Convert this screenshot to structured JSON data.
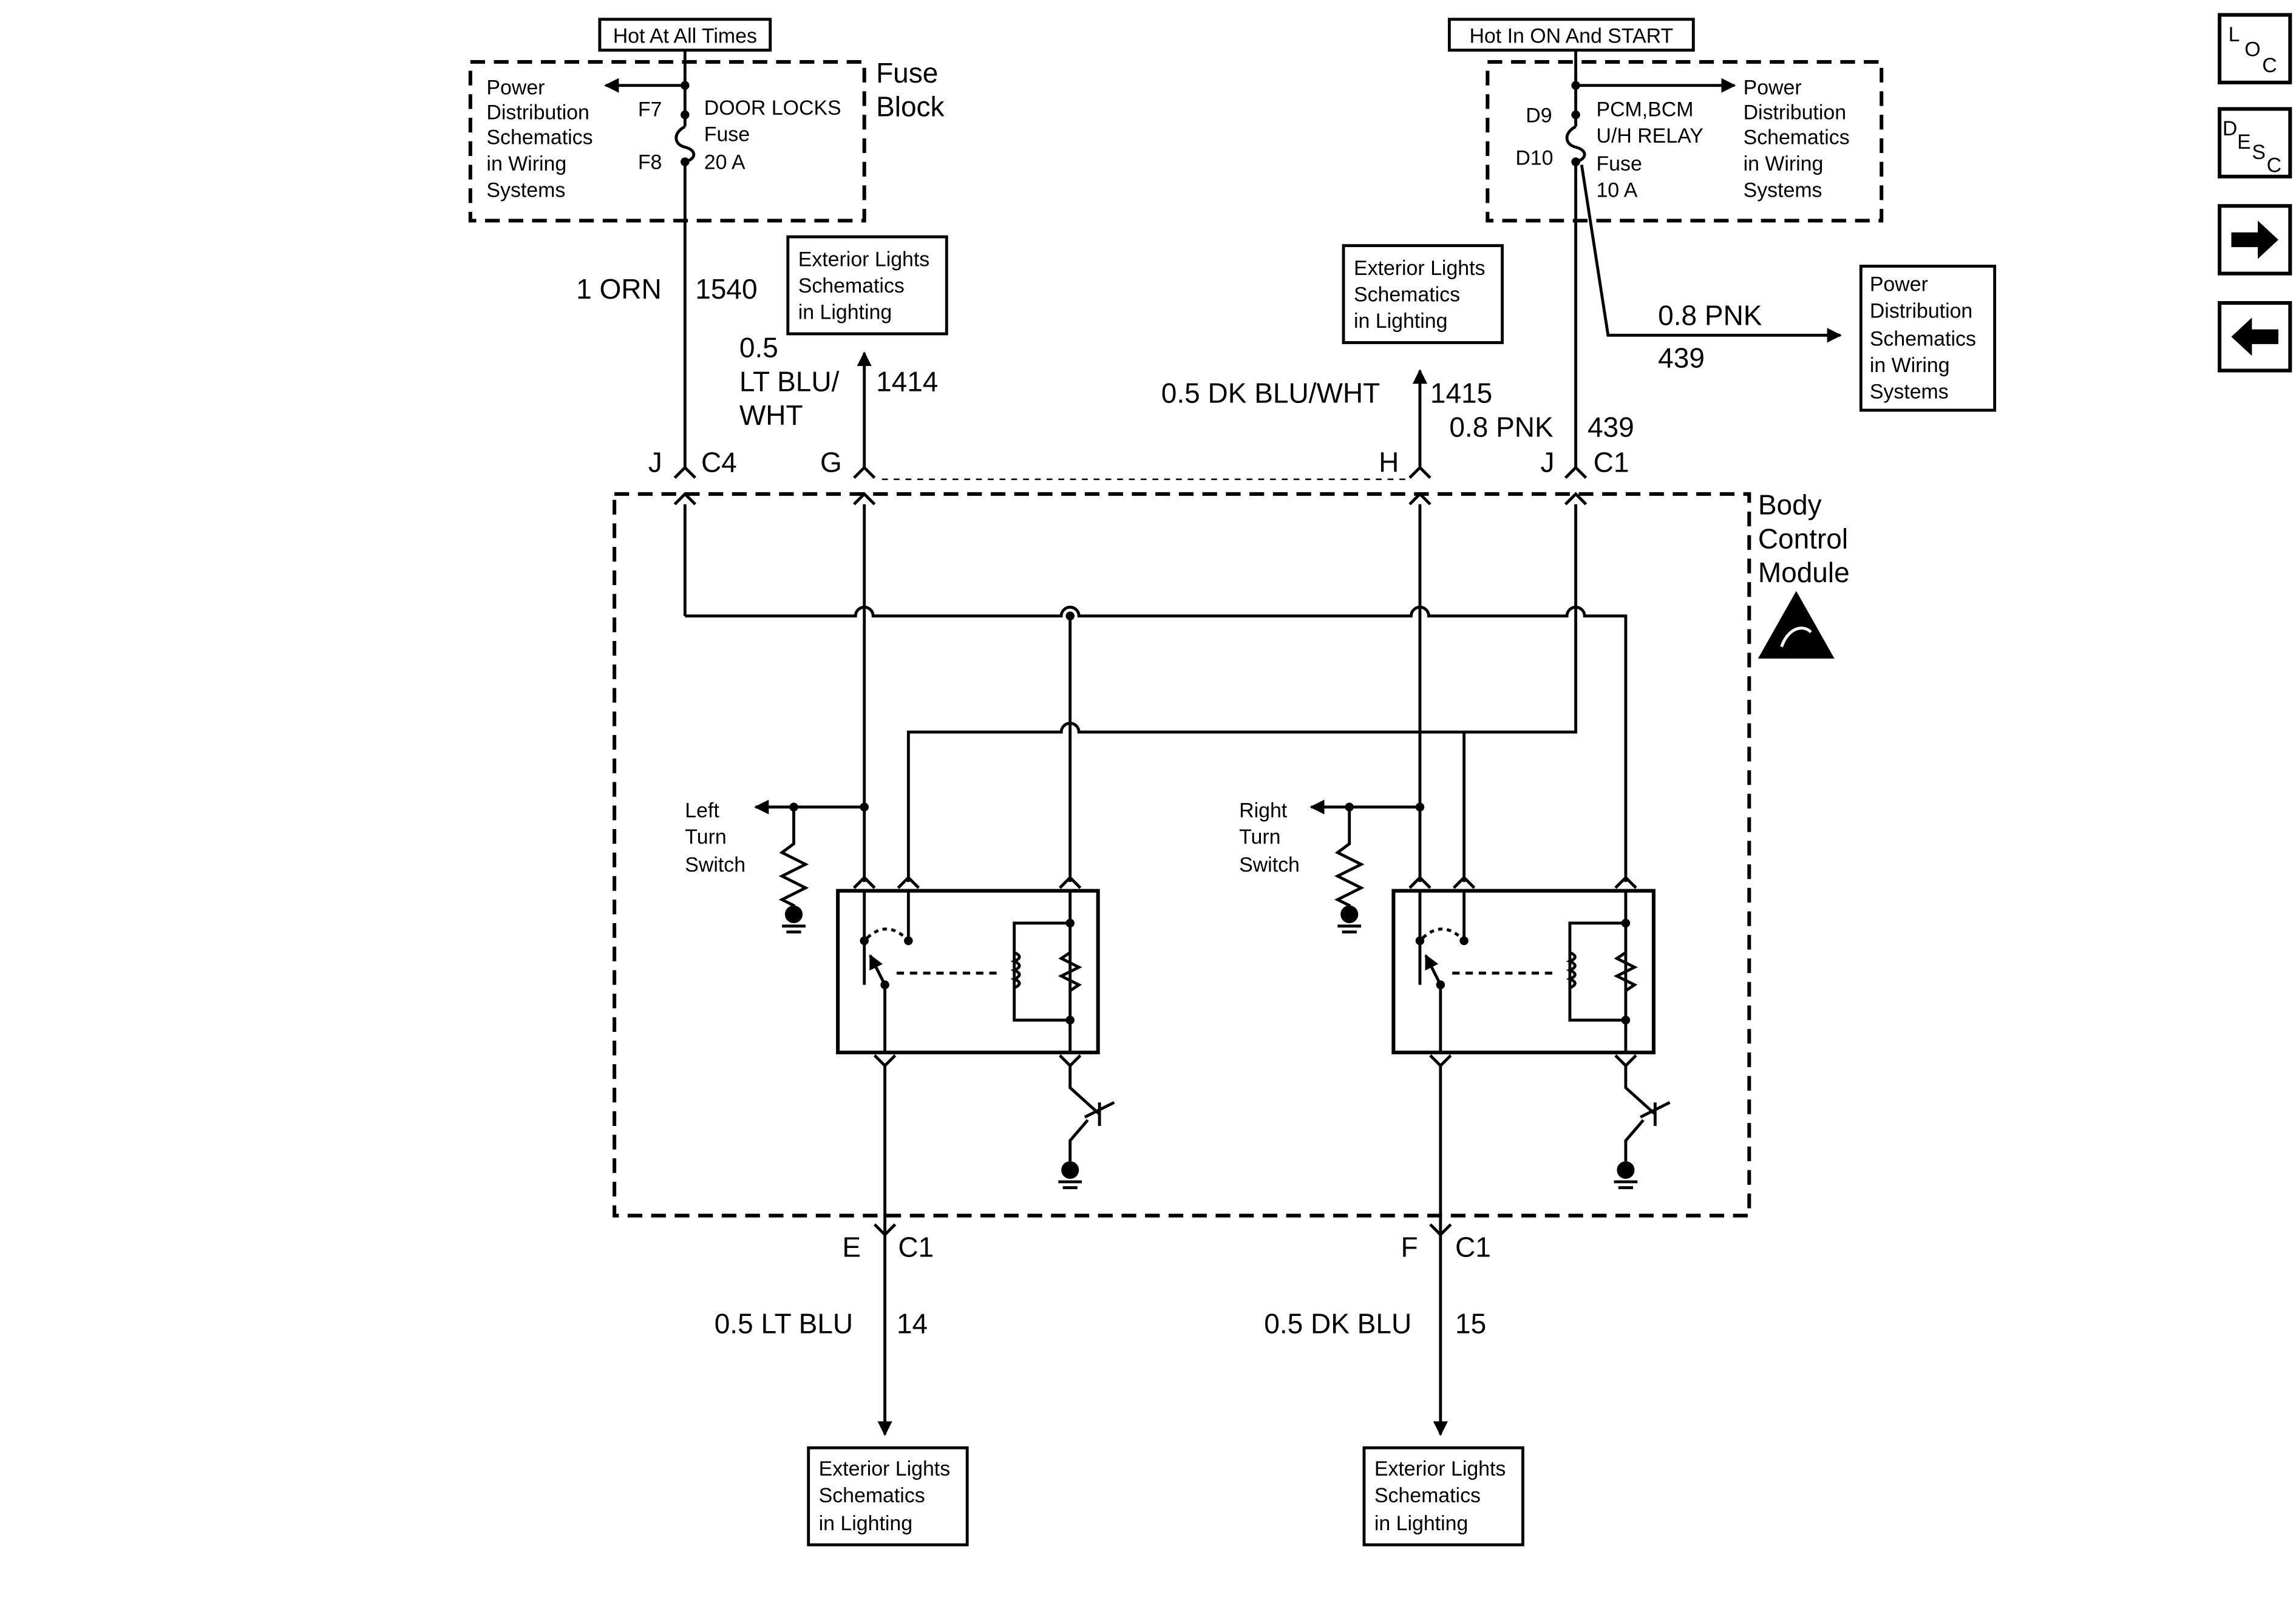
{
  "fuse_block": {
    "hot_label": "Hot At All Times",
    "title_1": "Fuse",
    "title_2": "Block",
    "power_dist": [
      "Power",
      "Distribution",
      "Schematics",
      "in Wiring",
      "Systems"
    ],
    "pin_top": "F7",
    "pin_bottom": "F8",
    "fuse_name": "DOOR LOCKS",
    "fuse_word": "Fuse",
    "fuse_rating": "20 A"
  },
  "ign_fuse": {
    "hot_label": "Hot In ON And START",
    "pin_top": "D9",
    "pin_bottom": "D10",
    "fuse_name_1": "PCM,BCM",
    "fuse_name_2": "U/H RELAY",
    "fuse_word": "Fuse",
    "fuse_rating": "10 A",
    "power_dist": [
      "Power",
      "Distribution",
      "Schematics",
      "in Wiring",
      "Systems"
    ]
  },
  "wires": {
    "orn_size": "1 ORN",
    "orn_circuit": "1540",
    "ltbluwht_1": "0.5",
    "ltbluwht_2": "LT BLU/",
    "ltbluwht_3": "WHT",
    "ltbluwht_circuit": "1414",
    "dkbluwht": "0.5 DK BLU/WHT",
    "dkbluwht_circuit": "1415",
    "pnk_left": "0.8 PNK",
    "pnk_left_circuit": "439",
    "pnk_right": "0.8 PNK",
    "pnk_right_circuit": "439",
    "ltblu": "0.5 LT BLU",
    "ltblu_circuit": "14",
    "dkblu": "0.5 DK BLU",
    "dkblu_circuit": "15"
  },
  "connectors": {
    "j_c4_pin": "J",
    "j_c4_conn": "C4",
    "g_pin": "G",
    "h_pin": "H",
    "j_c1_pin": "J",
    "j_c1_conn": "C1",
    "e_pin": "E",
    "e_conn": "C1",
    "f_pin": "F",
    "f_conn": "C1"
  },
  "refs": {
    "ext_lights": [
      "Exterior Lights",
      "Schematics",
      "in Lighting"
    ],
    "power_dist": [
      "Power",
      "Distribution",
      "Schematics",
      "in Wiring",
      "Systems"
    ]
  },
  "bcm": {
    "title": [
      "Body",
      "Control",
      "Module"
    ]
  },
  "switches": {
    "left": [
      "Left",
      "Turn",
      "Switch"
    ],
    "right": [
      "Right",
      "Turn",
      "Switch"
    ]
  },
  "nav": {
    "loc": [
      "L",
      "O",
      "C"
    ],
    "desc": [
      "D",
      "E",
      "S",
      "C"
    ],
    "next_icon": "arrow-right-icon",
    "prev_icon": "arrow-left-icon"
  }
}
